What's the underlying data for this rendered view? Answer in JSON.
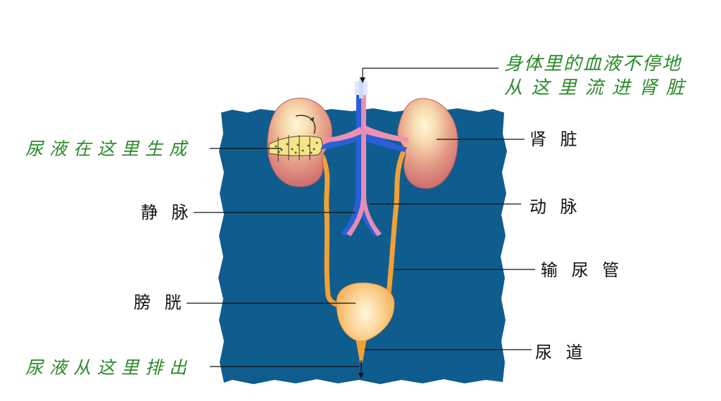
{
  "labels": {
    "blood_in_line1": "身体里的血液不停地",
    "blood_in_line2": "从 这 里 流 进 肾 脏",
    "urine_formed": "尿液在这里生成",
    "kidney": "肾 脏",
    "vein": "静 脉",
    "artery": "动 脉",
    "ureter": "输 尿 管",
    "bladder": "膀 胱",
    "urethra": "尿 道",
    "urine_out": "尿液从这里排出"
  },
  "colors": {
    "background_panel": "#0e5d8e",
    "label_green": "#2a8a2a",
    "vein_blue": "#2a5fd6",
    "artery_pink": "#f08fb4",
    "ureter_orange": "#f2a036",
    "kidney_red": "#cf6d6d"
  }
}
